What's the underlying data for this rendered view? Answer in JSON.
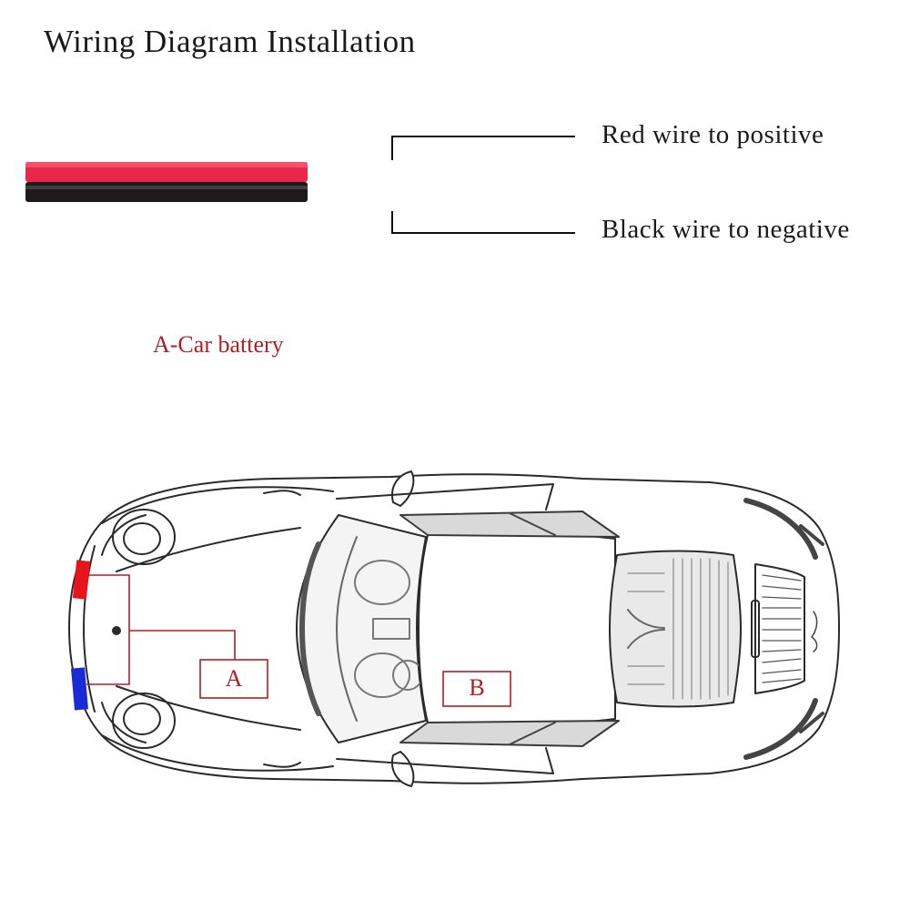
{
  "title": "Wiring Diagram Installation",
  "legend": {
    "red_wire_label": "Red wire to positive",
    "black_wire_label": "Black wire to negative"
  },
  "battery_label": "A-Car battery",
  "markers": {
    "a": "A",
    "b": "B"
  },
  "colors": {
    "red_wire": "#e8284a",
    "black_wire": "#1e1a1c",
    "annotation_red": "#b01f24",
    "positive_clip": "#e8141c",
    "negative_clip": "#1a2bd6",
    "line_art": "#2a2a2a"
  }
}
